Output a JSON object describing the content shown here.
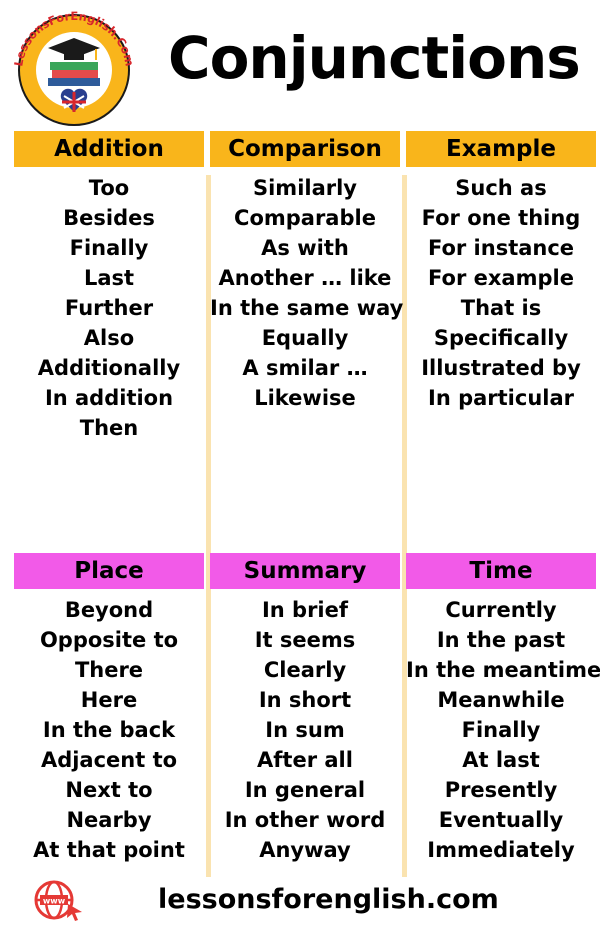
{
  "logo": {
    "text": "LessonsForEnglish.Com"
  },
  "title": "Conjunctions",
  "columns": [
    {
      "heading": "Addition",
      "color": "#f9b51b",
      "items": [
        "Too",
        "Besides",
        "Finally",
        "Last",
        "Further",
        "Also",
        "Additionally",
        "In addition",
        "Then"
      ]
    },
    {
      "heading": "Comparison",
      "color": "#f9b51b",
      "items": [
        "Similarly",
        "Comparable",
        "As with",
        "Another … like",
        "In the same way",
        "Equally",
        "A smilar …",
        "Likewise"
      ]
    },
    {
      "heading": "Example",
      "color": "#f9b51b",
      "items": [
        "Such as",
        "For one thing",
        "For instance",
        "For example",
        "That is",
        "Specifically",
        "Illustrated by",
        "In particular"
      ]
    },
    {
      "heading": "Place",
      "color": "#f25ae8",
      "items": [
        "Beyond",
        "Opposite to",
        "There",
        "Here",
        "In the back",
        "Adjacent to",
        "Next to",
        "Nearby",
        "At that point"
      ]
    },
    {
      "heading": "Summary",
      "color": "#f25ae8",
      "items": [
        "In brief",
        "It seems",
        "Clearly",
        "In short",
        "In sum",
        "After all",
        "In general",
        "In other word",
        "Anyway"
      ]
    },
    {
      "heading": "Time",
      "color": "#f25ae8",
      "items": [
        "Currently",
        "In the past",
        "In the meantime",
        "Meanwhile",
        "Finally",
        "At last",
        "Presently",
        "Eventually",
        "Immediately"
      ]
    }
  ],
  "footer": {
    "url": "lessonsforenglish.com",
    "icon": "globe-cursor-icon"
  }
}
